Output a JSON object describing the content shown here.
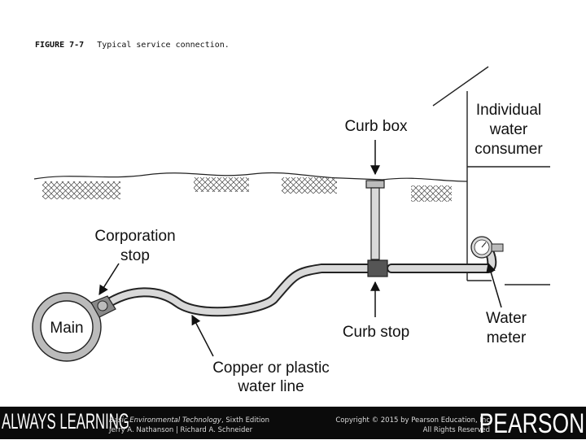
{
  "caption": {
    "figure_label": "FIGURE 7-7",
    "title": "Typical service connection."
  },
  "diagram": {
    "labels": {
      "curb_box": "Curb box",
      "consumer": [
        "Individual",
        "water",
        "consumer"
      ],
      "corporation_stop": [
        "Corporation",
        "stop"
      ],
      "main": "Main",
      "curb_stop": "Curb stop",
      "water_meter": [
        "Water",
        "meter"
      ],
      "water_line": [
        "Copper or plastic",
        "water line"
      ]
    }
  },
  "footer": {
    "brand_left": "ALWAYS LEARNING",
    "book_title": "Basic Environmental Technology",
    "book_edition": ", Sixth Edition",
    "authors": "Jerry A. Nathanson | Richard A. Schneider",
    "copyright": "Copyright © 2015 by Pearson Education, Inc",
    "rights": "All Rights Reserved",
    "brand_right": "PEARSON"
  }
}
